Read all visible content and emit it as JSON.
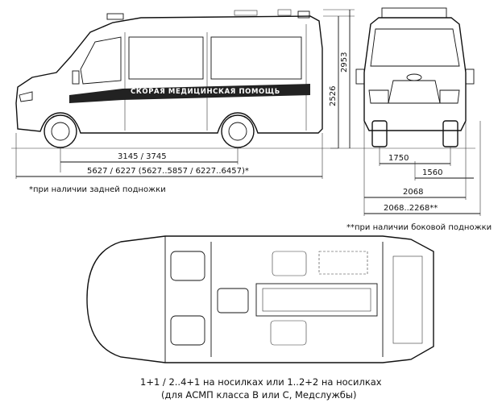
{
  "side_view": {
    "stripe_text": "СКОРАЯ МЕДИЦИНСКАЯ ПОМОЩЬ",
    "height_1": "2526",
    "height_2": "2953",
    "wheelbase": "3145 / 3745",
    "length": "5627 / 6227 (5627..5857 / 6227..6457)*",
    "note_rear_step": "*при наличии задней подножки"
  },
  "front_view": {
    "track_front": "1750",
    "track_rear": "1560",
    "width": "2068",
    "width_with_step": "2068..2268**",
    "note_side_step": "**при наличии боковой подножки"
  },
  "top_view": {
    "caption_line1": "1+1 / 2..4+1 на носилках или 1..2+2 на носилках",
    "caption_line2": "(для АСМП класса В или С, Медслужбы)"
  }
}
